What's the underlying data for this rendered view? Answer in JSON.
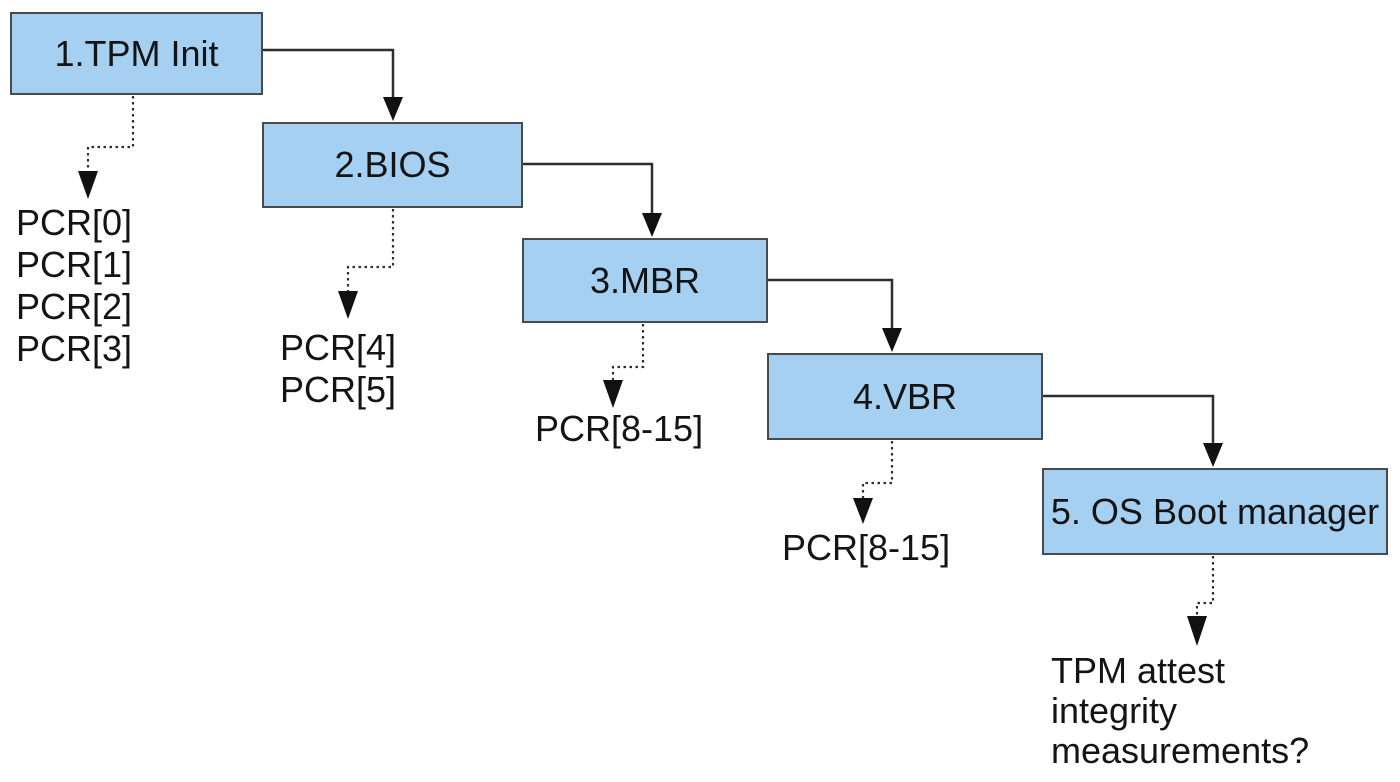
{
  "diagram": {
    "boxes": [
      {
        "label": "1.TPM Init"
      },
      {
        "label": "2.BIOS"
      },
      {
        "label": "3.MBR"
      },
      {
        "label": "4.VBR"
      },
      {
        "label": "5. OS Boot manager"
      }
    ],
    "annotations": [
      {
        "lines": [
          "PCR[0]",
          "PCR[1]",
          "PCR[2]",
          "PCR[3]"
        ]
      },
      {
        "lines": [
          "PCR[4]",
          "PCR[5]"
        ]
      },
      {
        "lines": [
          "PCR[8-15]"
        ]
      },
      {
        "lines": [
          "PCR[8-15]"
        ]
      },
      {
        "lines": [
          "TPM attest",
          "integrity",
          "measurements?"
        ]
      }
    ],
    "colors": {
      "box_fill": "#a5d0f2",
      "box_border": "#4a4a4a",
      "arrow": "#2e2e2e",
      "text": "#141414",
      "background": "#ffffff"
    }
  }
}
